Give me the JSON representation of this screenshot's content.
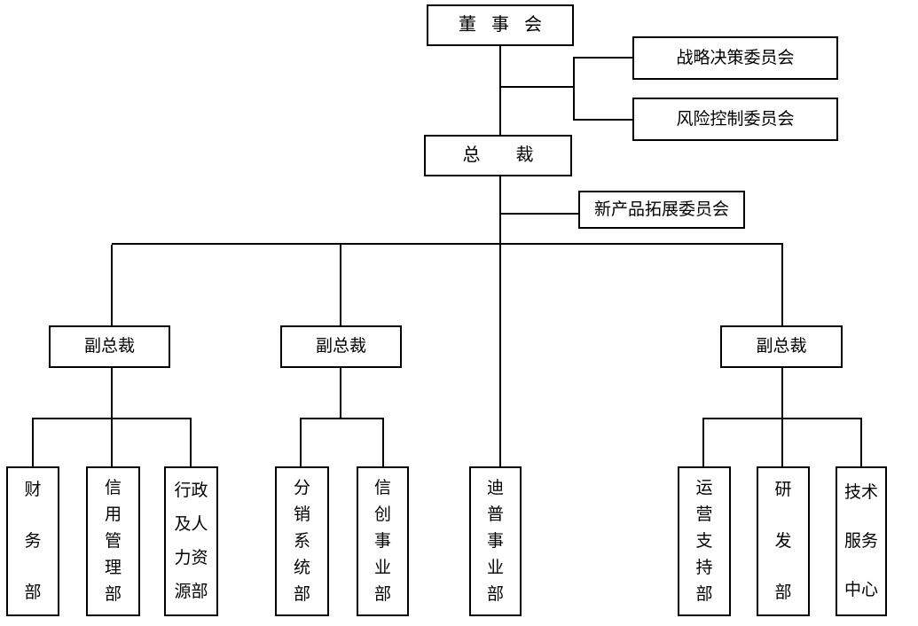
{
  "diagram": {
    "type": "org-chart",
    "background": "#ffffff",
    "line_color": "#000000",
    "text_color": "#000000"
  },
  "org": {
    "board": "董 事 会",
    "strategy_committee": "战略决策委员会",
    "risk_committee": "风险控制委员会",
    "president": "总　　裁",
    "new_product_committee": "新产品拓展委员会",
    "vp_left": "副总裁",
    "vp_middle": "副总裁",
    "vp_right": "副总裁",
    "dept_finance": "财\n务\n部",
    "dept_credit_management": "信\n用\n管\n理\n部",
    "dept_admin_hr": "行政\n及人\n力资\n源部",
    "dept_distribution_systems": "分\n销\n系\n统\n部",
    "dept_xinchuang": "信\n创\n事\n业\n部",
    "dept_dipu": "迪\n普\n事\n业\n部",
    "dept_operations_support": "运\n营\n支\n持\n部",
    "dept_rd": "研\n发\n部",
    "dept_tech_service_center": "技术\n服务\n中心"
  },
  "structure": {
    "edges": [
      [
        "board",
        "strategy_committee"
      ],
      [
        "board",
        "risk_committee"
      ],
      [
        "board",
        "president"
      ],
      [
        "president",
        "new_product_committee"
      ],
      [
        "president",
        "vp_left"
      ],
      [
        "president",
        "vp_middle"
      ],
      [
        "president",
        "dept_dipu"
      ],
      [
        "president",
        "vp_right"
      ],
      [
        "vp_left",
        "dept_finance"
      ],
      [
        "vp_left",
        "dept_credit_management"
      ],
      [
        "vp_left",
        "dept_admin_hr"
      ],
      [
        "vp_middle",
        "dept_distribution_systems"
      ],
      [
        "vp_middle",
        "dept_xinchuang"
      ],
      [
        "vp_right",
        "dept_operations_support"
      ],
      [
        "vp_right",
        "dept_rd"
      ],
      [
        "vp_right",
        "dept_tech_service_center"
      ]
    ]
  }
}
